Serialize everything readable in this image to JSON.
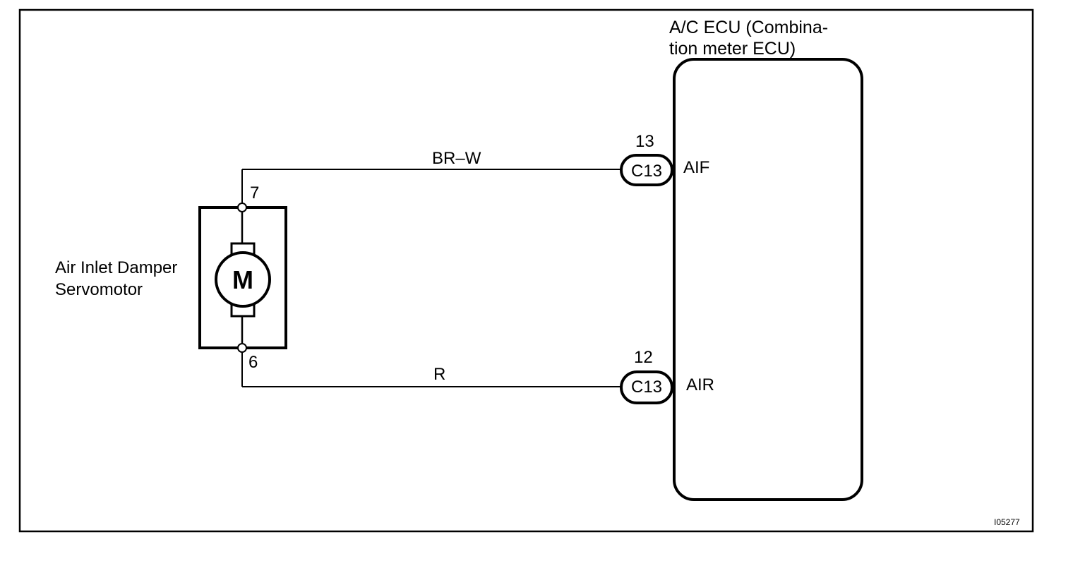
{
  "ecu": {
    "title_line1": "A/C ECU (Combina-",
    "title_line2": "tion meter ECU)"
  },
  "motor": {
    "label_line1": "Air Inlet Damper",
    "label_line2": "Servomotor",
    "symbol": "M",
    "pin_top": "7",
    "pin_bottom": "6"
  },
  "wires": [
    {
      "color_code": "BR–W",
      "connector": "C13",
      "pin": "13",
      "terminal": "AIF"
    },
    {
      "color_code": "R",
      "connector": "C13",
      "pin": "12",
      "terminal": "AIR"
    }
  ],
  "figure_id": "I05277",
  "colors": {
    "line": "#000000",
    "background": "#ffffff"
  }
}
